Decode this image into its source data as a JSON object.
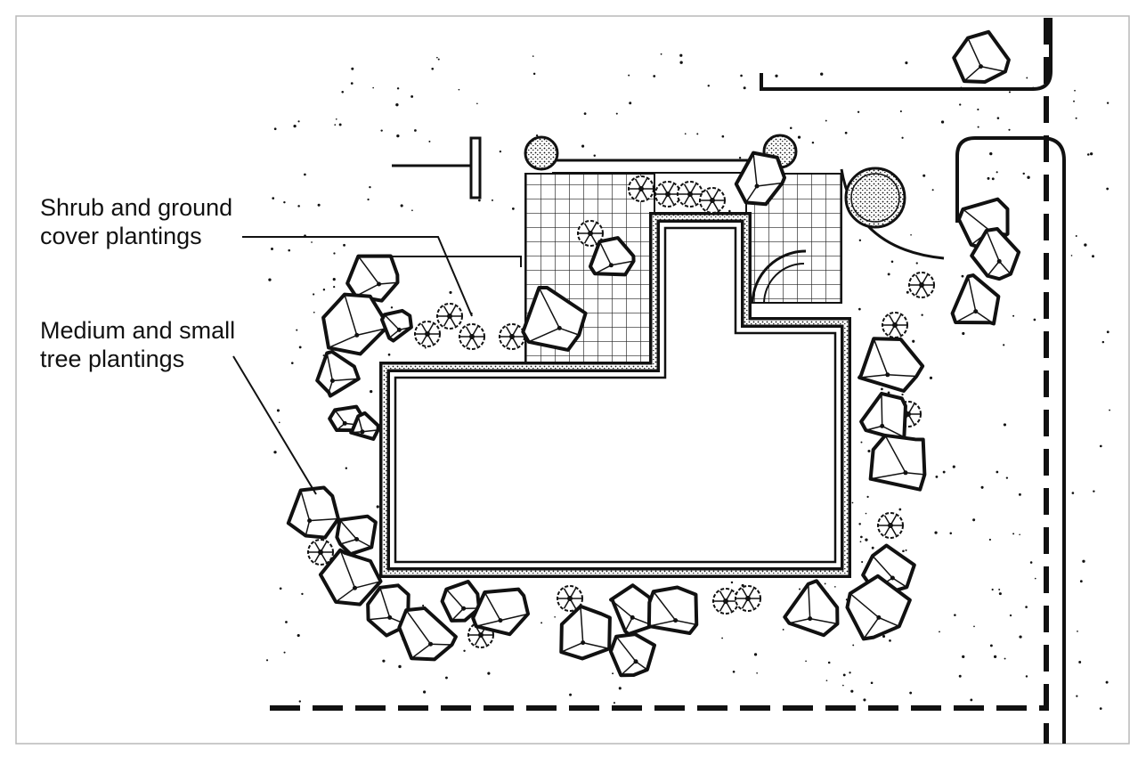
{
  "diagram": {
    "labels": {
      "shrub": [
        "Shrub and ground",
        "cover plantings"
      ],
      "tree": [
        "Medium and small",
        "tree plantings"
      ]
    },
    "colors": {
      "ink": "#111111",
      "frame": "#b8b8b8",
      "paper": "#ffffff"
    }
  }
}
